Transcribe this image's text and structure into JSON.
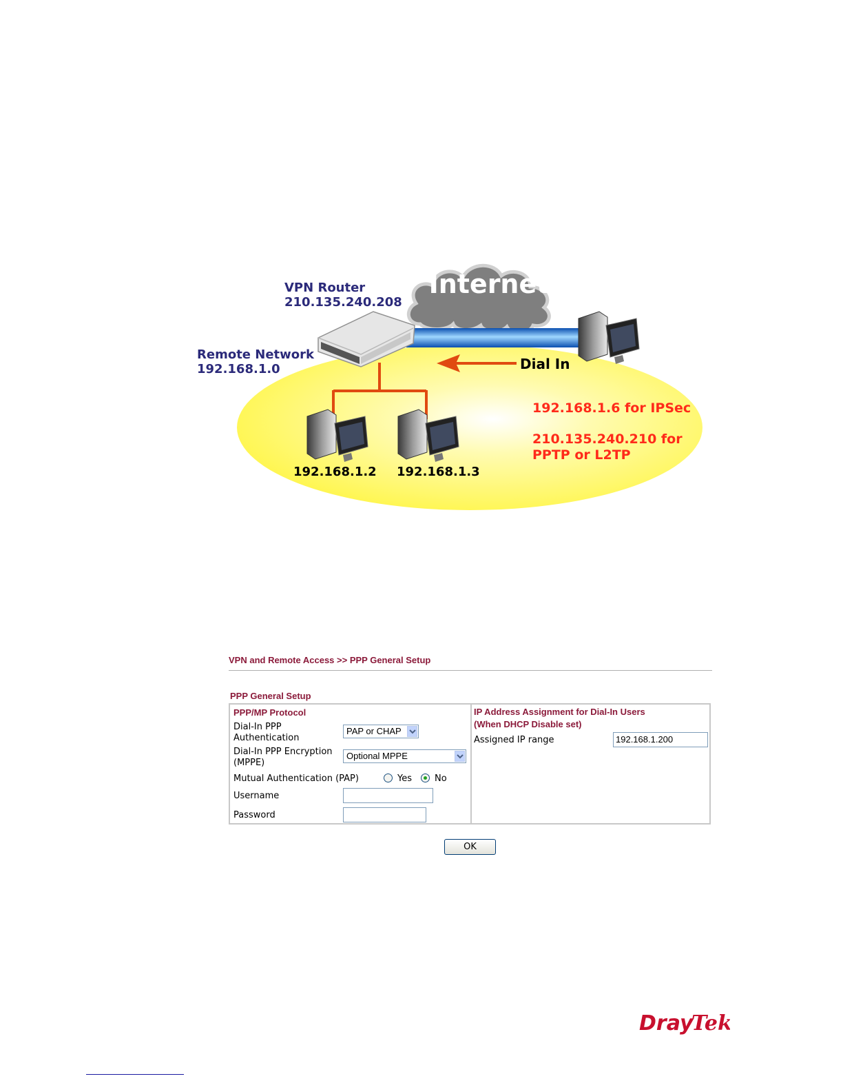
{
  "diagram": {
    "cloud_label": "Internet",
    "router_title": "VPN Router",
    "router_ip": "210.135.240.208",
    "remote_title": "Remote Network",
    "remote_ip": "192.168.1.0",
    "dial_in": "Dial In",
    "pc1_ip": "192.168.1.2",
    "pc2_ip": "192.168.1.3",
    "ipsec_note": "192.168.1.6 for IPSec",
    "pptp_note_line1": "210.135.240.210 for",
    "pptp_note_line2": "PPTP or L2TP",
    "colors": {
      "ellipse": "#fff64a",
      "label_blue": "#2b2a7a",
      "note_red": "#ff2a1a",
      "link_orange": "#e04a10"
    }
  },
  "ui": {
    "breadcrumb": "VPN and Remote Access >> PPP General Setup",
    "section_title": "PPP General Setup",
    "left": {
      "header": "PPP/MP Protocol",
      "auth_label_line1": "Dial-In PPP",
      "auth_label_line2": "Authentication",
      "auth_value": "PAP or CHAP",
      "enc_label_line1": "Dial-In PPP Encryption",
      "enc_label_line2": "(MPPE)",
      "enc_value": "Optional MPPE",
      "mutual_label": "Mutual Authentication (PAP)",
      "yes_label": "Yes",
      "no_label": "No",
      "mutual_selected": "No",
      "username_label": "Username",
      "username_value": "",
      "password_label": "Password",
      "password_value": ""
    },
    "right": {
      "header_line1": "IP Address Assignment for Dial-In Users",
      "header_line2": "(When DHCP Disable set)",
      "range_label": "Assigned IP range",
      "range_value": "192.168.1.200"
    },
    "ok_label": "OK",
    "accent_color": "#8b1a3a"
  },
  "logo": {
    "text_dray": "Dray",
    "text_tek": "Tek",
    "color": "#c8102e"
  }
}
